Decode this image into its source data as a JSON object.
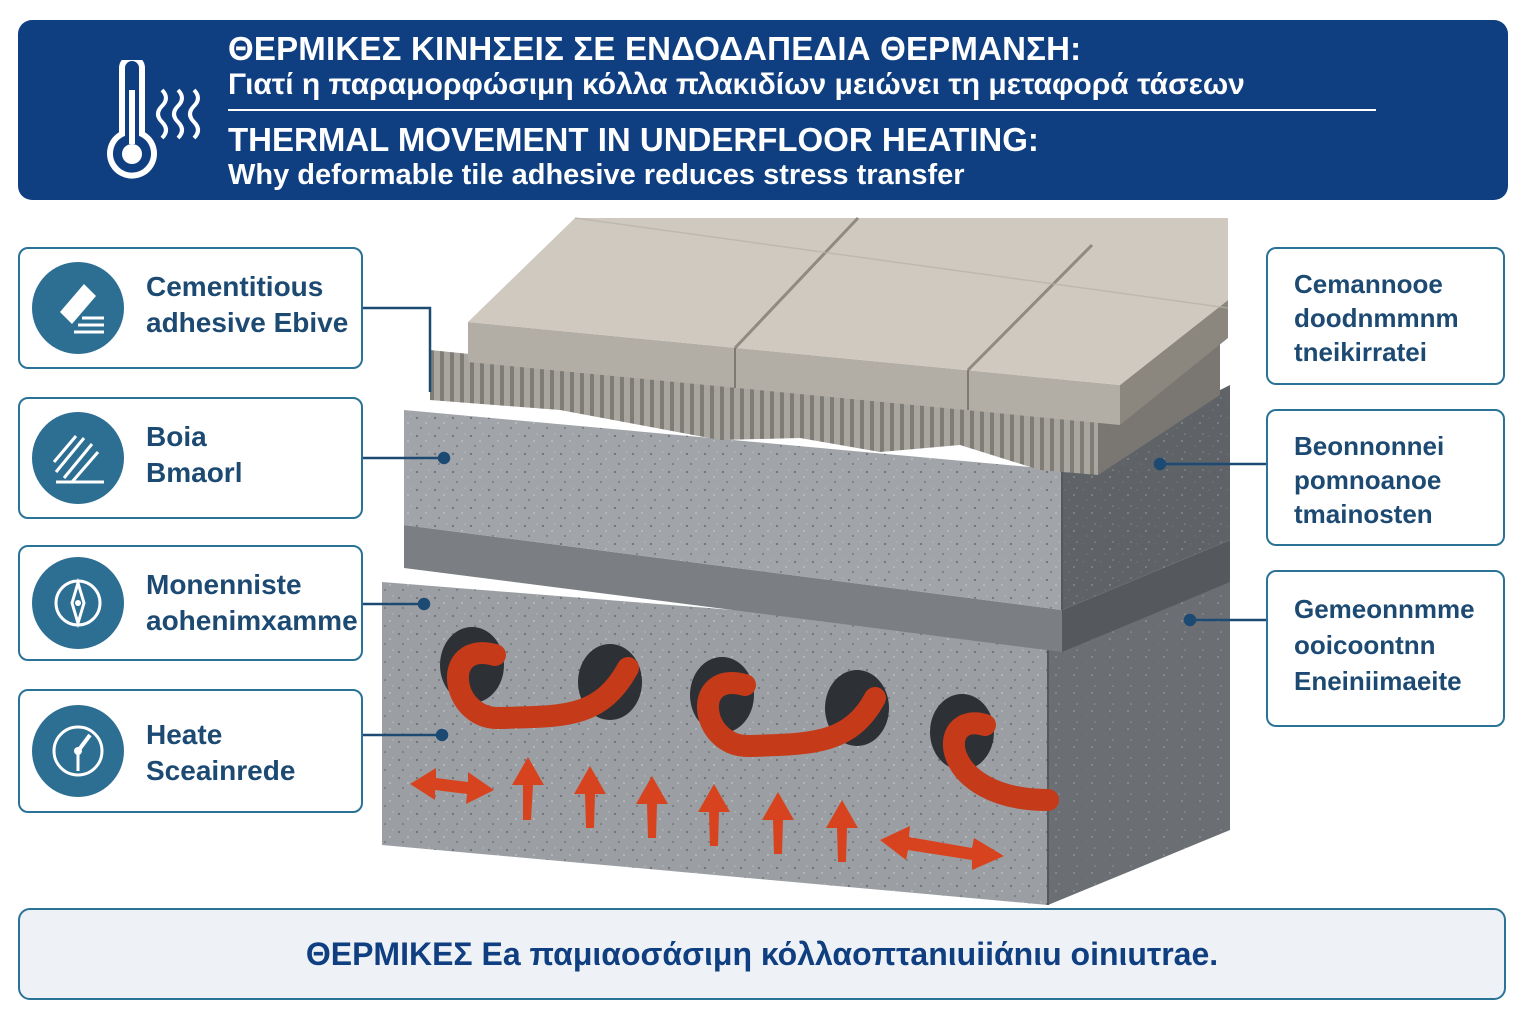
{
  "header": {
    "title_gr": "ΘΕΡΜΙΚΕΣ ΚΙΝΗΣΕΙΣ ΣΕ ΕΝΔΟΔΑΠΕΔΙΑ ΘΕΡΜΑΝΣΗ:",
    "subtitle_gr": "Γιατί η παραμορφώσιμη κόλλα πλακιδίων μειώνει τη μεταφορά τάσεων",
    "title_en": "THERMAL MOVEMENT IN UNDERFLOOR HEATING:",
    "subtitle_en": "Why deformable tile adhesive reduces stress transfer",
    "icon": "thermometer-heat-icon"
  },
  "left_labels": [
    {
      "line1": "Cementitious",
      "line2": "adhesive Ebive",
      "icon": "adhesive-trowel-icon"
    },
    {
      "line1": "Boia",
      "line2": "Bmaorl",
      "icon": "hatched-layer-icon"
    },
    {
      "line1": "Monenniste",
      "line2": "aohenimxamme",
      "icon": "compass-icon"
    },
    {
      "line1": "Heate",
      "line2": "Sceainrede",
      "icon": "gauge-icon"
    }
  ],
  "right_labels": [
    {
      "line1": "Cemannooe",
      "line2": "doodnmmnm",
      "line3": "tneikirratei"
    },
    {
      "line1": "Beonnonnei",
      "line2": "pomnoanoe",
      "line3": "tmainosten"
    },
    {
      "line1": "Gemeonnmme",
      "line2": "ooicoontnn",
      "line3": "Eneiniimaeite"
    }
  ],
  "footer": {
    "text": "ΘΕΡΜΙΚΕΣ Ea παμιαοσάσιμη κόλλαoπτanιuiiάnιu oinιuτrae."
  },
  "colors": {
    "header_bg": "#0f3f80",
    "accent": "#2a7397",
    "pipe": "#d8431f",
    "arrow": "#d8431f",
    "concrete": "#9ca0a5",
    "tile": "#cfc9bf"
  }
}
